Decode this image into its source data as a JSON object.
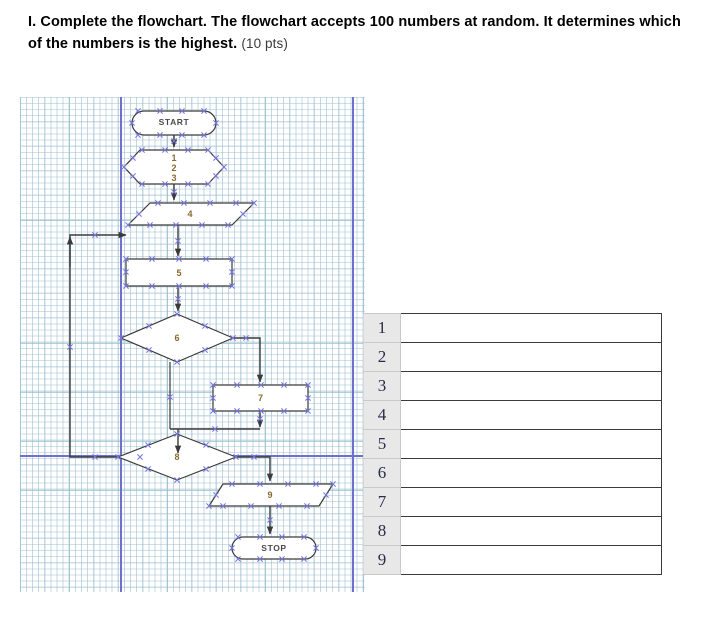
{
  "question": {
    "number": "I.",
    "text": "Complete the flowchart. The flowchart accepts 100 numbers at random. It determines which of the numbers is the highest.",
    "points": "(10 pts)"
  },
  "flowchart": {
    "title": "flowchart-diagram",
    "nodes": [
      {
        "id": "start",
        "shape": "terminator",
        "label": "START"
      },
      {
        "id": "n123",
        "shape": "preparation",
        "label": "1\n2\n3",
        "lines": [
          "1",
          "2",
          "3"
        ]
      },
      {
        "id": "n4",
        "shape": "input-output",
        "label": "4"
      },
      {
        "id": "n5",
        "shape": "process",
        "label": "5"
      },
      {
        "id": "n6",
        "shape": "decision",
        "label": "6"
      },
      {
        "id": "n7",
        "shape": "process",
        "label": "7"
      },
      {
        "id": "n8",
        "shape": "decision",
        "label": "8"
      },
      {
        "id": "n9",
        "shape": "input-output",
        "label": "9"
      },
      {
        "id": "stop",
        "shape": "terminator",
        "label": "STOP"
      }
    ],
    "edges": [
      {
        "from": "start",
        "to": "n123"
      },
      {
        "from": "n123",
        "to": "n4"
      },
      {
        "from": "n4",
        "to": "n5"
      },
      {
        "from": "n5",
        "to": "n6"
      },
      {
        "from": "n6",
        "to": "n7",
        "branch": "right"
      },
      {
        "from": "n6",
        "to": "merge",
        "branch": "bottom-left"
      },
      {
        "from": "n7",
        "to": "merge"
      },
      {
        "from": "merge",
        "to": "n8"
      },
      {
        "from": "n8",
        "to": "n9",
        "branch": "right"
      },
      {
        "from": "n8",
        "to": "n4",
        "branch": "left-loop-back"
      },
      {
        "from": "n9",
        "to": "stop"
      }
    ],
    "colors": {
      "shape_stroke": "#3a3a3a",
      "shape_fill": "#ffffff",
      "label_text": "#8a6a2f",
      "terminator_text": "#4a4a4a",
      "selection_handle": "#7a7ade",
      "grid_minor": "#96b9cd",
      "grid_major": "#96c3cd",
      "margin_line": "#6f6fd0"
    }
  },
  "answer_table": {
    "rows": [
      {
        "number": "1",
        "answer": ""
      },
      {
        "number": "2",
        "answer": ""
      },
      {
        "number": "3",
        "answer": ""
      },
      {
        "number": "4",
        "answer": ""
      },
      {
        "number": "5",
        "answer": ""
      },
      {
        "number": "6",
        "answer": ""
      },
      {
        "number": "7",
        "answer": ""
      },
      {
        "number": "8",
        "answer": ""
      },
      {
        "number": "9",
        "answer": ""
      }
    ]
  }
}
